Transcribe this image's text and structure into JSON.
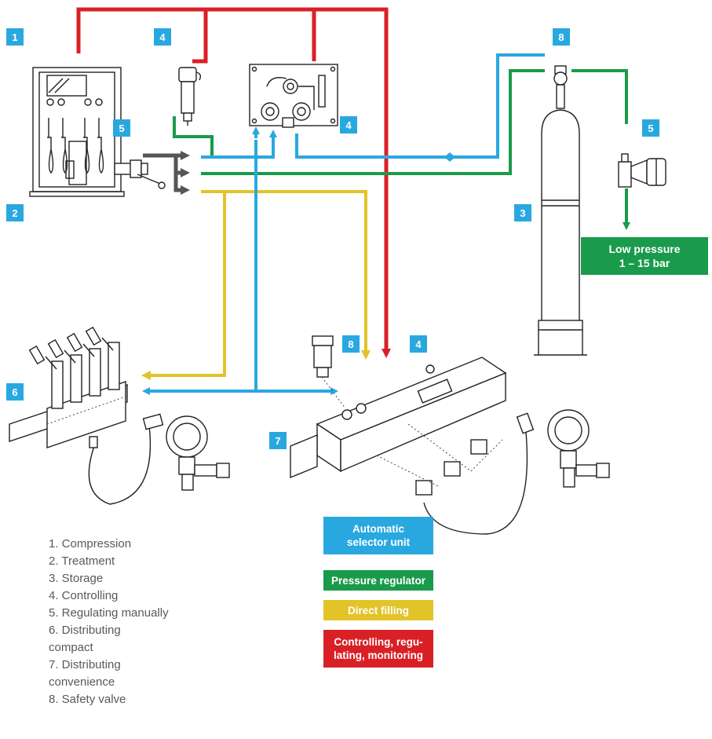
{
  "colors": {
    "blue": "#29a8e0",
    "green": "#1a9a4b",
    "yellow": "#e2c328",
    "red": "#d92027",
    "grey": "#555555"
  },
  "badges": {
    "b1": "1",
    "b2": "2",
    "b3": "3",
    "b4_top_left": "4",
    "b4_panel": "4",
    "b4_selector": "4",
    "b5_left": "5",
    "b5_right": "5",
    "b6": "6",
    "b7": "7",
    "b8_top": "8",
    "b8_bottom": "8"
  },
  "low_pressure": "Low pressure\n1 – 15 bar",
  "legend": {
    "automatic": "Automatic\nselector unit",
    "pressure": "Pressure regulator",
    "direct": "Direct filling",
    "controlling": "Controlling, regu-\nlating, monitoring"
  },
  "steps": [
    "1. Compression",
    "2. Treatment",
    "3. Storage",
    "4. Controlling",
    "5. Regulating manually",
    "6. Distributing\n    compact",
    "7. Distributing\n    convenience",
    "8. Safety valve"
  ]
}
